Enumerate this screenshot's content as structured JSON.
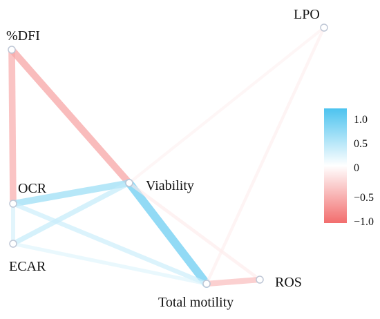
{
  "nodes": [
    {
      "id": "lpo",
      "label": "LPO"
    },
    {
      "id": "dfi",
      "label": "%DFI"
    },
    {
      "id": "viability",
      "label": "Viability"
    },
    {
      "id": "ocr",
      "label": "OCR"
    },
    {
      "id": "ecar",
      "label": "ECAR"
    },
    {
      "id": "ros",
      "label": "ROS"
    },
    {
      "id": "total_motility",
      "label": "Total motility"
    }
  ],
  "edges": [
    {
      "from": "dfi",
      "to": "ocr",
      "correlation": -0.55
    },
    {
      "from": "dfi",
      "to": "viability",
      "correlation": -0.6
    },
    {
      "from": "viability",
      "to": "ocr",
      "correlation": 0.55
    },
    {
      "from": "viability",
      "to": "ecar",
      "correlation": 0.35
    },
    {
      "from": "viability",
      "to": "total_motility",
      "correlation": 0.75
    },
    {
      "from": "viability",
      "to": "ros",
      "correlation": -0.15
    },
    {
      "from": "viability",
      "to": "lpo",
      "correlation": -0.1
    },
    {
      "from": "ocr",
      "to": "ecar",
      "correlation": 0.25
    },
    {
      "from": "ocr",
      "to": "total_motility",
      "correlation": 0.3
    },
    {
      "from": "ecar",
      "to": "total_motility",
      "correlation": 0.2
    },
    {
      "from": "total_motility",
      "to": "ros",
      "correlation": -0.45
    },
    {
      "from": "total_motility",
      "to": "lpo",
      "correlation": -0.12
    }
  ],
  "legend": {
    "ticks": [
      "1.0",
      "0.5",
      "0",
      "−0.5",
      "−1.0"
    ],
    "colors": {
      "positive": "#4cc3ef",
      "neutral": "#ffffff",
      "negative": "#f26d6d"
    }
  }
}
